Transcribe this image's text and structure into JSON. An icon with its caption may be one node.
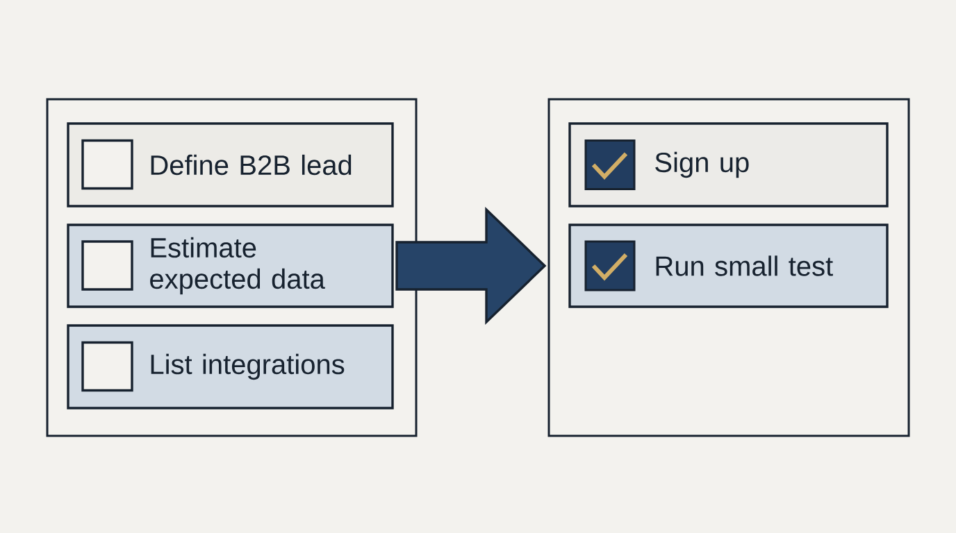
{
  "diagram": {
    "nodes": [
      {
        "text": [],
        "shape": "box"
      },
      {
        "text": [
          "Define B2B lead"
        ],
        "in": 0
      },
      {
        "text": [
          "Estimate expected data"
        ],
        "in": 0
      },
      {
        "text": [
          "List integrations"
        ],
        "in": 0
      },
      {
        "text": [],
        "shape": "box"
      },
      {
        "text": [
          "Sign up"
        ],
        "in": 4
      },
      {
        "text": [
          "Run small test"
        ],
        "in": 4
      }
    ],
    "edges": [
      {
        "from": 2,
        "to": 4,
        "arrow": "to"
      }
    ]
  }
}
